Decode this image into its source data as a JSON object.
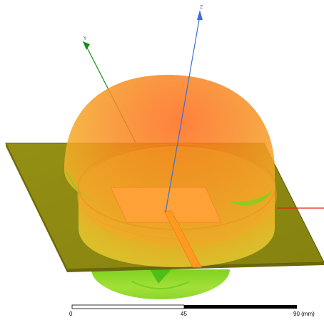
{
  "axes": {
    "x_label": "",
    "y_label": "Y",
    "z_label": "Z",
    "x_color": "#e0201e",
    "y_color": "#1a8a1a",
    "z_color": "#3b6fd8"
  },
  "scale_bar": {
    "tick_start": "0",
    "tick_mid": "45",
    "tick_end": "90 (mm)"
  },
  "colors": {
    "substrate": "#8c8a12",
    "pattern_top": "#f0661e",
    "pattern_mid": "#f5a21e",
    "pattern_low": "#8ed62a",
    "patch": "#ffa238"
  }
}
